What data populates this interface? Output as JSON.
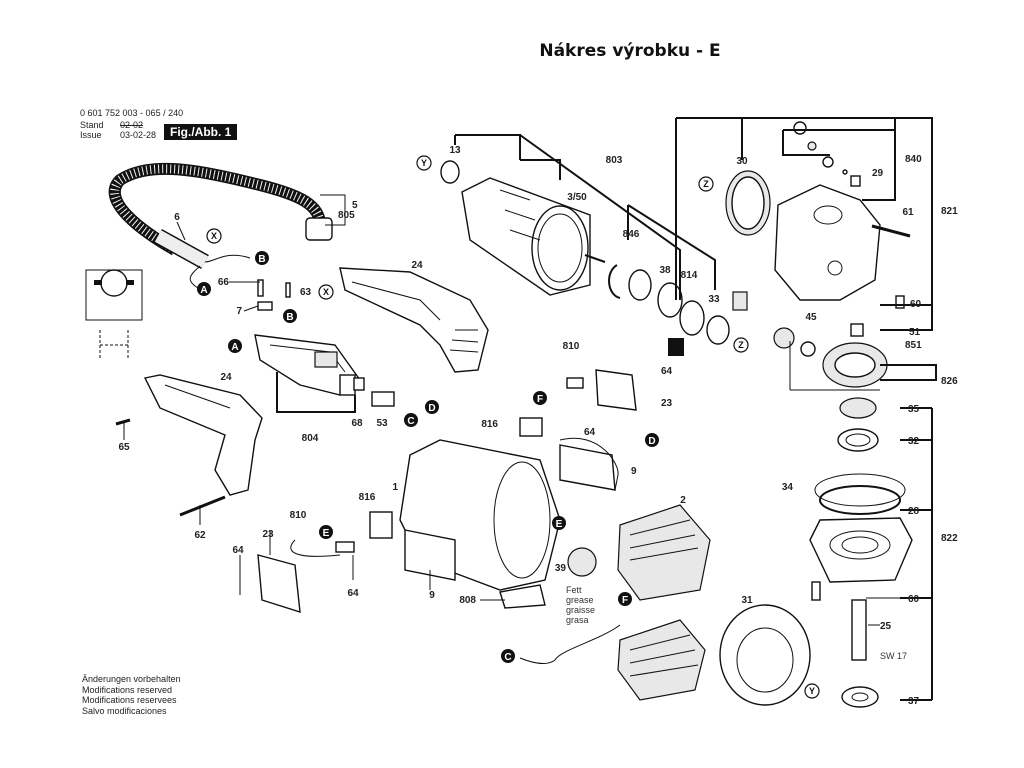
{
  "title": "Nákres výrobku - E",
  "header": {
    "part_number": "0 601 752 003 - 065 / 240",
    "stand_label": "Stand",
    "issue_label": "Issue",
    "stand_date_struck": "02-02",
    "issue_date": "03-02-28",
    "figure_label": "Fig./Abb. 1"
  },
  "footer": {
    "lines": [
      "Änderungen vorbehalten",
      "Modifications reserved",
      "Modifications reservees",
      "Salvo modificaciones"
    ]
  },
  "grease_note": [
    "Fett",
    "grease",
    "graisse",
    "grasa"
  ],
  "wrench_size": "SW 17",
  "connectors": {
    "A": "A",
    "B": "B",
    "C": "C",
    "D": "D",
    "E": "E",
    "F": "F",
    "X": "X",
    "Y": "Y",
    "Z": "Z"
  },
  "part_labels": {
    "p1": "1",
    "p2": "2",
    "p5": "5",
    "p6": "6",
    "p7": "7",
    "p9a": "9",
    "p9b": "9",
    "p13": "13",
    "p23a": "23",
    "p23b": "23",
    "p24a": "24",
    "p24b": "24",
    "p25": "25",
    "p28": "28",
    "p29": "29",
    "p30": "30",
    "p31": "31",
    "p32": "32",
    "p33": "33",
    "p34": "34",
    "p35": "35",
    "p37": "37",
    "p38": "38",
    "p39": "39",
    "p45": "45",
    "p51": "51",
    "p53": "53",
    "p60a": "60",
    "p60b": "60",
    "p61": "61",
    "p62": "62",
    "p63": "63",
    "p64a": "64",
    "p64b": "64",
    "p64c": "64",
    "p64d": "64",
    "p65": "65",
    "p66": "66",
    "p68": "68",
    "p350": "3/50",
    "p803": "803",
    "p804": "804",
    "p805": "805",
    "p808": "808",
    "p810a": "810",
    "p810b": "810",
    "p814": "814",
    "p816a": "816",
    "p816b": "816",
    "p821": "821",
    "p822": "822",
    "p826": "826",
    "p840": "840",
    "p846": "846",
    "p851": "851"
  }
}
